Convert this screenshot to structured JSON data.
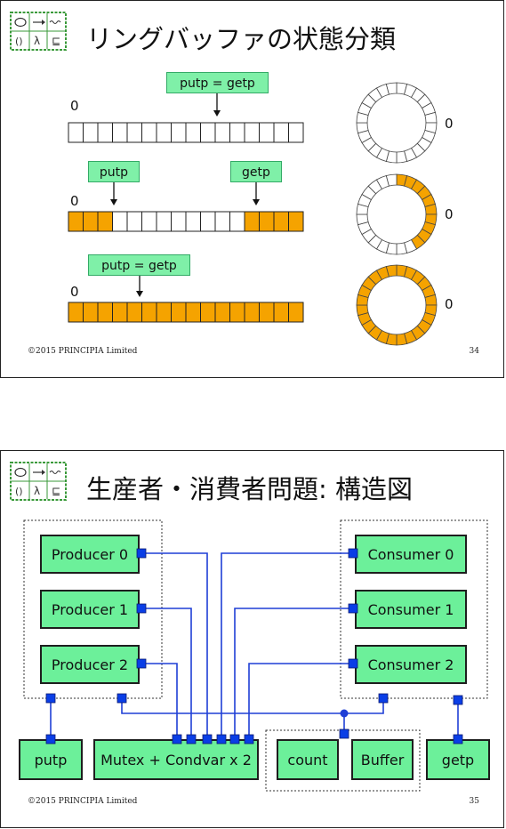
{
  "slide1": {
    "title": "リングバッファの状態分類",
    "footer": "©2015 PRINCIPIA Limited",
    "page": "34",
    "zero": "0",
    "labels": {
      "equal_empty": "putp = getp",
      "putp": "putp",
      "getp": "getp",
      "equal_full": "putp = getp"
    },
    "colors": {
      "filled": "#f5a300",
      "empty": "#ffffff",
      "label_bg": "#7ff0a8"
    },
    "rows": [
      {
        "state": "empty",
        "slots": 16,
        "filled_ranges": []
      },
      {
        "state": "partial",
        "slots": 16,
        "filled_ranges": [
          [
            0,
            3
          ],
          [
            12,
            16
          ]
        ]
      },
      {
        "state": "full",
        "slots": 16,
        "filled_ranges": [
          [
            0,
            16
          ]
        ]
      }
    ]
  },
  "slide2": {
    "title": "生産者・消費者問題: 構造図",
    "footer": "©2015 PRINCIPIA Limited",
    "page": "35",
    "producers": [
      "Producer 0",
      "Producer 1",
      "Producer 2"
    ],
    "consumers": [
      "Consumer 0",
      "Consumer 1",
      "Consumer 2"
    ],
    "bottom": {
      "putp": "putp",
      "mutex": "Mutex + Condvar x 2",
      "count": "count",
      "buffer": "Buffer",
      "getp": "getp"
    },
    "colors": {
      "box": "#6cf09a",
      "wire": "#1f3fd6",
      "port": "#0a3ee6"
    }
  }
}
